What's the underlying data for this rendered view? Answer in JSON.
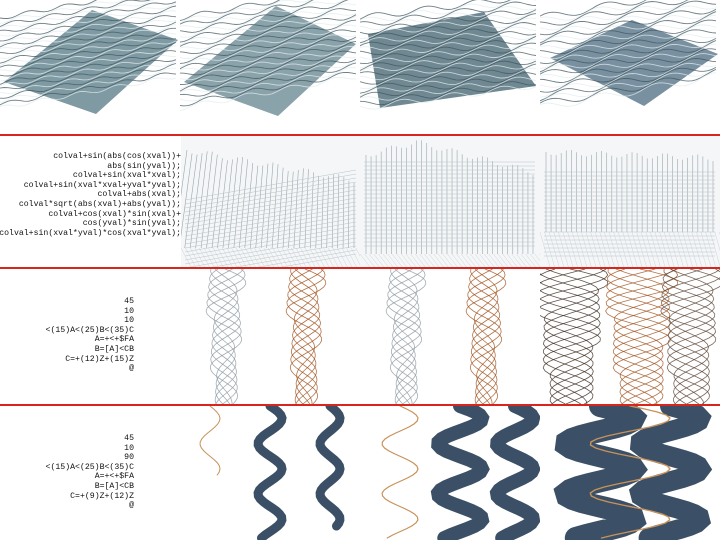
{
  "colors": {
    "divider": "#d8261f",
    "surface": "#7f9aa3",
    "wire": "#9aa6ad",
    "copper": "#a0521e",
    "tan": "#c8925a",
    "steel": "#3b5066"
  },
  "row2": {
    "code_lines": [
      "colval+sin(abs(cos(xval))+",
      "abs(sin(yval));",
      "colval+sin(xval*xval);",
      "colval+sin(xval*xval+yval*yval);",
      "colval+abs(xval);",
      "colval*sqrt(abs(xval)+abs(yval));",
      "colval+cos(xval)*sin(xval)+",
      "cos(yval)*sin(yval);",
      "colval+sin(xval*yval)*cos(xval*yval);"
    ]
  },
  "row3": {
    "code_lines": [
      "45",
      "10",
      "10",
      "<(15)A<(25)B<(35)C",
      "A=+<+$FA",
      "B=[A]<CB",
      "C=+(12)Z+(15)Z",
      "@"
    ]
  },
  "row4": {
    "code_lines": [
      "45",
      "10",
      "90",
      "<(15)A<(25)B<(35)C",
      "A=+<+$FA",
      "B=[A]<CB",
      "C=+(9)Z+(12)Z",
      "@"
    ]
  }
}
